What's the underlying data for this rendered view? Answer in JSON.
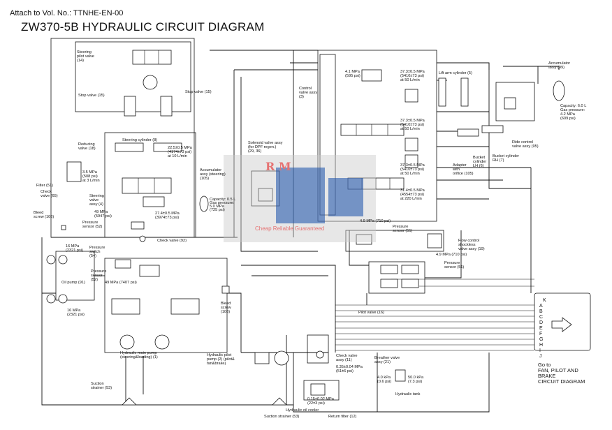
{
  "header": {
    "attach": "Attach to Vol. No.: TTNHE-EN-00",
    "title": "ZW370-5B HYDRAULIC CIRCUIT DIAGRAM"
  },
  "labels": {
    "steering_pilot_valve": [
      "Steering",
      "pilot valve",
      "(14)"
    ],
    "stop_valve_left": "Stop valve (15)",
    "stop_valve_right": "Stop valve (15)",
    "steering_cylinder": "Steering cylinder (8)",
    "steering_pressure": [
      "22.5±0.5 MPa",
      "(4174±73 psi)",
      "at 10 L/min"
    ],
    "reducing_valve": [
      "Reducing",
      "valve (18)"
    ],
    "reducing_pressure": [
      "3.5 MPa",
      "(508 psi)",
      "at 3 L/min"
    ],
    "filter": "Filter (51)",
    "check_valve_65": [
      "Check",
      "valve (65)"
    ],
    "bleed_screw_left": [
      "Bleed",
      "screw (106)"
    ],
    "steering_valve": [
      "Steering",
      "valve",
      "assy (4)"
    ],
    "mpa49": [
      "49 MPa",
      "(5947 psi)"
    ],
    "pressure_sensor_52a": [
      "Pressure",
      "sensor (52)"
    ],
    "steering_pressure2": [
      "27.4±0.5 MPa",
      "(3974±73 psi)"
    ],
    "accumulator_steering": [
      "Accumulator",
      "assy (steering)",
      "(105)"
    ],
    "acc_capacity": [
      "Capacity: 0.5 L",
      "Gas pressure:",
      "5.0 MPa",
      "(725 psi)"
    ],
    "check_valve_92": "Check valve (92)",
    "solenoid_valve": [
      "Solenoid valve assy",
      "(for DPF regen.)",
      "(29, 36)"
    ],
    "control_valve": [
      "Control",
      "valve assy",
      "(3)"
    ],
    "mpa41": [
      "4.1 MPa",
      "(595 psi)"
    ],
    "relief_1": [
      "37.3±0.5 MPa",
      "(5410±73 psi)",
      "at 50 L/min"
    ],
    "relief_2": [
      "37.3±0.5 MPa",
      "(5410±73 psi)",
      "at 50 L/min"
    ],
    "relief_3": [
      "37.3±0.5 MPa",
      "(5410±73 psi)",
      "at 50 L/min"
    ],
    "relief_4": [
      "31.4±0.5 MPa",
      "(4554±73 psi)",
      "at 220 L/min"
    ],
    "lift_arm_cylinder": "Lift arm cylinder (5)",
    "accumulator_99": [
      "Accumulator",
      "assy (99)"
    ],
    "acc99_capacity": [
      "Capacity: 6.0 L",
      "Gas pressure:",
      "4.2 MPa",
      "(609 psi)"
    ],
    "ride_control": [
      "Ride control",
      "valve assy (95)"
    ],
    "bucket_cyl_rh": [
      "Bucket cylinder",
      "RH (7)"
    ],
    "bucket_cyl_lh": [
      "Bucket",
      "cylinder",
      "LH (6)"
    ],
    "adapter": [
      "Adapter",
      "with",
      "orifice (105)"
    ],
    "mpa49b": "4.9 MPa (710 psi)",
    "pressure_sensor_51a": [
      "Pressure",
      "sensor (51)"
    ],
    "flow_control": [
      "Flow control",
      "shockless",
      "valve assy (19)"
    ],
    "mpa49c": "4.9 MPa (710 psi)",
    "pressure_sensor_51b": [
      "Pressure",
      "sensor (51)"
    ],
    "pilot_valve": "Pilot valve (16)",
    "pump_16a": [
      "16 MPa",
      "(2321 psi)"
    ],
    "oil_pump": "Oil pump (91)",
    "pump_16b": [
      "16 MPa",
      "(2321 psi)"
    ],
    "bleed_screw_mid": [
      "Bleed",
      "screw (106)"
    ],
    "pressure_switch": [
      "Pressure",
      "switch",
      "(54)"
    ],
    "pressure_sensor_52b": [
      "Pressure",
      "sensor",
      "(52)"
    ],
    "mpa_7407": "49 MPa (7407 psi)",
    "bleed_screw_right": [
      "Bleed",
      "screw",
      "(106)"
    ],
    "main_pump": [
      "Hydraulic main pump",
      "(steering&loading) (1)"
    ],
    "pilot_pump": [
      "Hydraulic pilot",
      "pump (2) (pilot&",
      "fan&brake)"
    ],
    "check_valve_11": [
      "Check valve",
      "assy (11)"
    ],
    "check_pressure": [
      "0.35±0.04 MPa",
      "(51±6 psi)"
    ],
    "breather": [
      "Breather valve",
      "assy (21)"
    ],
    "breather_press1": [
      "4.0 kPa",
      "(0.6 psi)"
    ],
    "breather_press2": [
      "50.0 kPa",
      "(7.3 psi)"
    ],
    "hydraulic_tank": "Hydraulic tank",
    "suction_strainer_left": [
      "Suction",
      "strainer (53)"
    ],
    "suction_strainer_bottom": "Suction strainer (53)",
    "oil_cooler": "Hydraulic oil cooler",
    "return_filter": "Return filter (12)",
    "cooler_pressure": [
      "0.15±0.02 MPa",
      "(22±3 psi)"
    ]
  },
  "connector": {
    "letters": [
      "K",
      "A",
      "B",
      "C",
      "D",
      "E",
      "F",
      "G",
      "H",
      "I",
      "J"
    ],
    "goto": [
      "Go to",
      "FAN, PILOT AND",
      "BRAKE",
      "CIRCUIT DIAGRAM"
    ]
  },
  "watermark": {
    "letters": "R M",
    "tagline": "Cheap Reliable Guaranteed"
  }
}
